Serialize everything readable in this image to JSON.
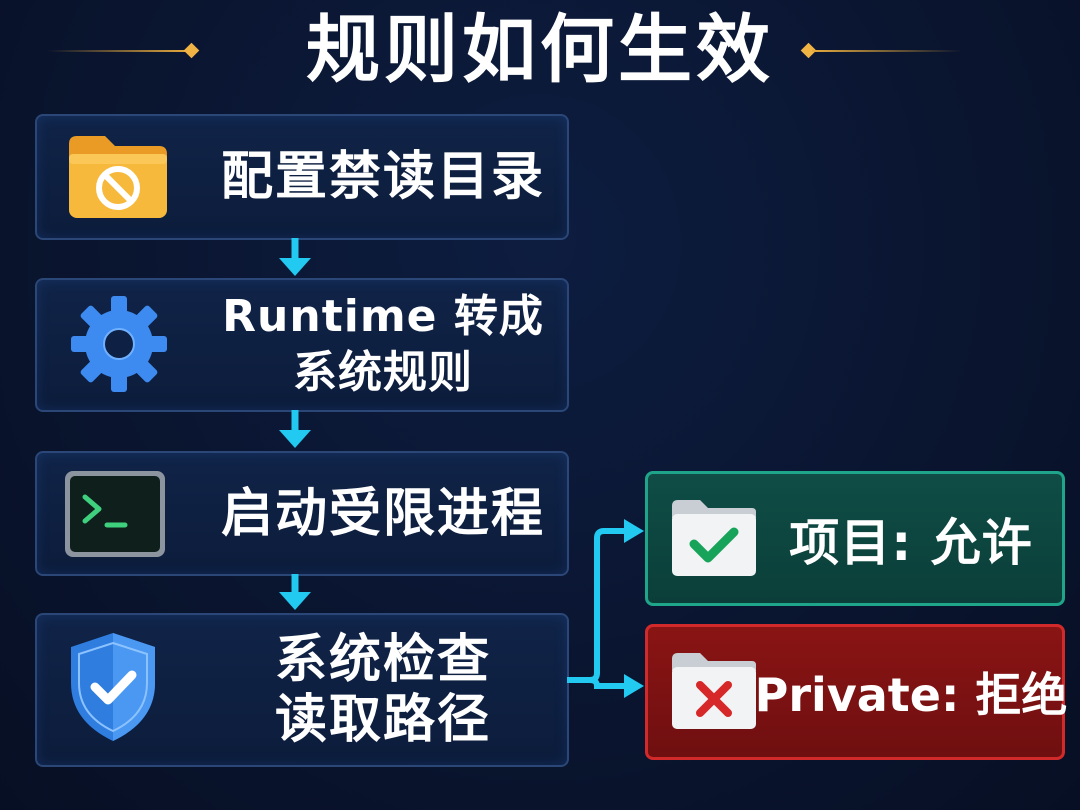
{
  "title": "规则如何生效",
  "colors": {
    "accent_gold": "#e6aa3c",
    "arrow_cyan": "#22c9f0",
    "allow_green": "#1fa58a",
    "deny_red": "#d22a2a"
  },
  "steps": [
    {
      "icon": "folder-block-icon",
      "lines": [
        "配置禁读目录"
      ]
    },
    {
      "icon": "gear-icon",
      "lines": [
        "Runtime 转成",
        "系统规则"
      ]
    },
    {
      "icon": "terminal-icon",
      "lines": [
        "启动受限进程"
      ]
    },
    {
      "icon": "shield-check-icon",
      "lines": [
        "系统检查",
        "读取路径"
      ]
    }
  ],
  "results": [
    {
      "icon": "folder-check-icon",
      "label": "项目: 允许",
      "status": "allow"
    },
    {
      "icon": "folder-x-icon",
      "label": "Private: 拒绝",
      "status": "deny"
    }
  ]
}
